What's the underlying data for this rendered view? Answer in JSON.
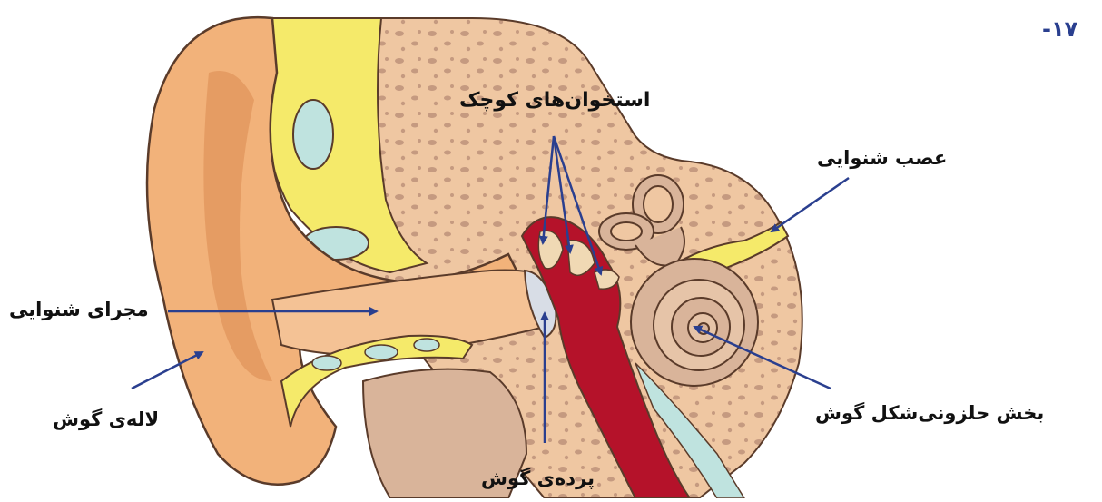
{
  "page_number": "-۱۷",
  "labels": {
    "ossicles": "استخوان‌های کوچک",
    "auditory_nerve": "عصب شنوایی",
    "ear_canal": "مجرای شنوایی",
    "pinna": "لاله‌ی گوش",
    "eardrum": "پرده‌ی گوش",
    "cochlea": "بخش حلزونی‌شکل گوش"
  },
  "colors": {
    "arrow": "#2a3f8f",
    "skin": "#f2b27a",
    "skin_dark": "#e0935a",
    "bone": "#efc7a2",
    "bone_spots": "#c59a80",
    "fat": "#f5ea6a",
    "cartilage": "#bfe3df",
    "middle_ear": "#b5122a",
    "inner_ear": "#d9b49a",
    "eardrum": "#d8dde6"
  }
}
